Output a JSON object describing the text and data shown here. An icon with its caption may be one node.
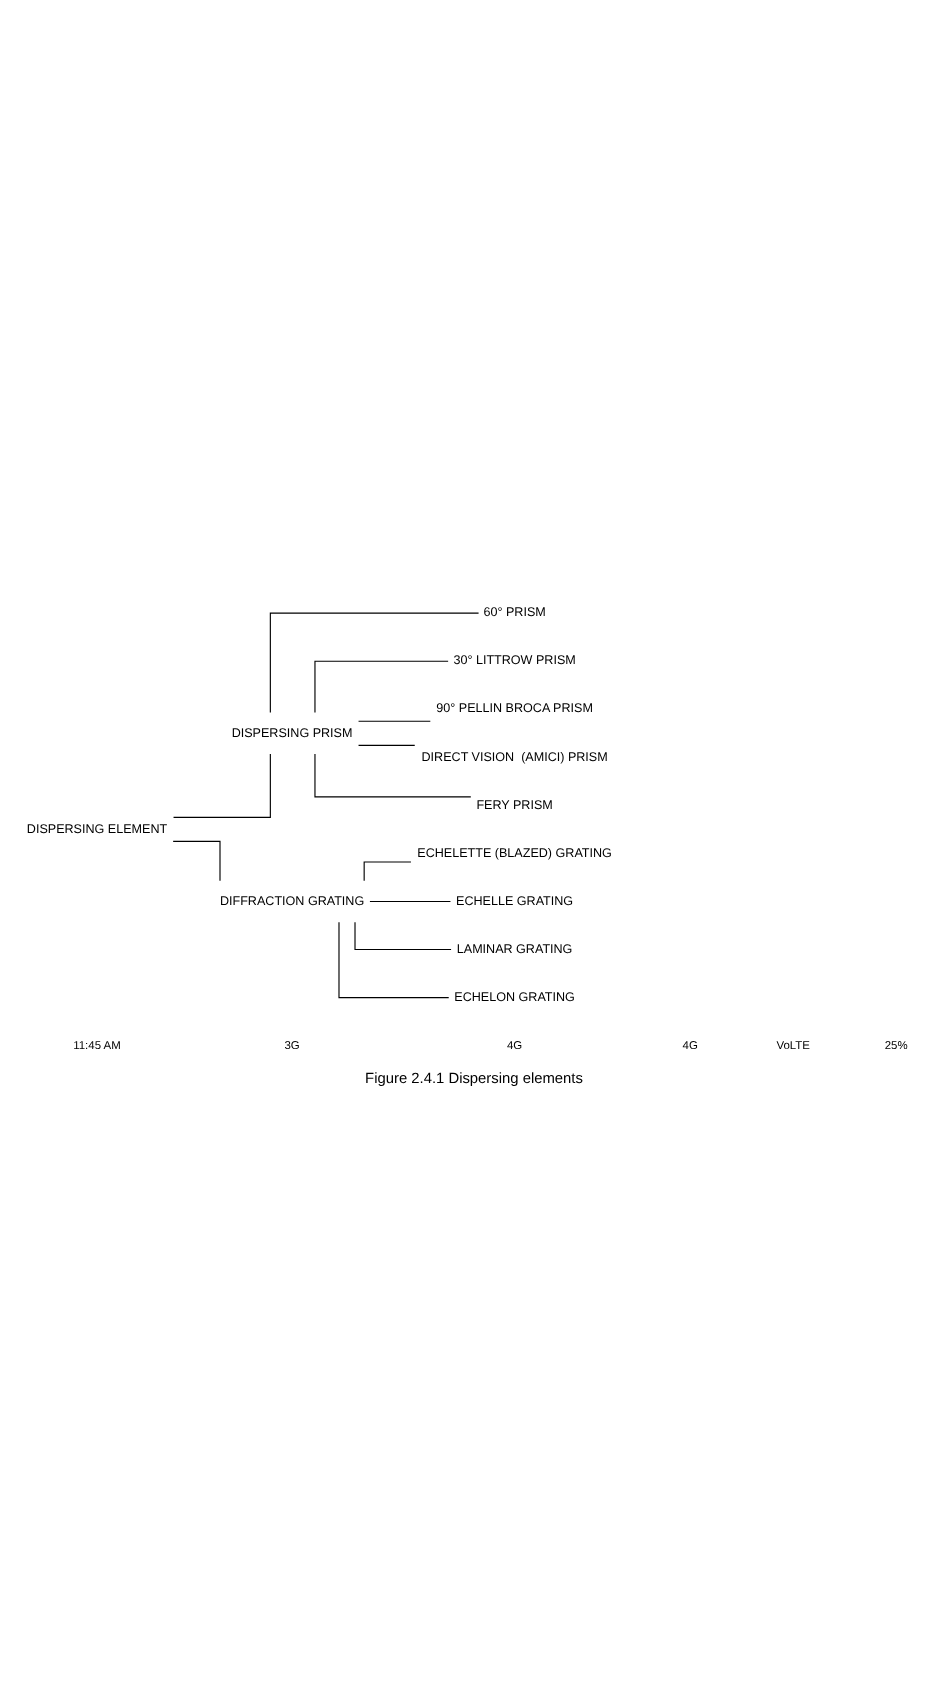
{
  "diagram": {
    "caption": "Figure 2.4.1 Dispersing elements",
    "nodes": [
      {
        "text": [
          "DISPERSING ELEMENT"
        ]
      },
      {
        "text": [
          "DISPERSING PRISM"
        ]
      },
      {
        "text": [
          "DIFFRACTION GRATING"
        ]
      },
      {
        "text": [
          "60° PRISM"
        ]
      },
      {
        "text": [
          "30° LITTROW PRISM"
        ]
      },
      {
        "text": [
          "90° PELLIN BROCA PRISM"
        ]
      },
      {
        "text": [
          "DIRECT VISION  (AMICI) PRISM"
        ]
      },
      {
        "text": [
          "FERY PRISM"
        ]
      },
      {
        "text": [
          "ECHELETTE (BLAZED) GRATING"
        ]
      },
      {
        "text": [
          "ECHELLE GRATING"
        ]
      },
      {
        "text": [
          "LAMINAR GRATING"
        ]
      },
      {
        "text": [
          "ECHELON GRATING"
        ]
      }
    ],
    "edges": [
      {
        "from": 0,
        "to": 1,
        "arrow": "none"
      },
      {
        "from": 0,
        "to": 2,
        "arrow": "none"
      },
      {
        "from": 1,
        "to": 3,
        "arrow": "none"
      },
      {
        "from": 1,
        "to": 4,
        "arrow": "none"
      },
      {
        "from": 1,
        "to": 5,
        "arrow": "none"
      },
      {
        "from": 1,
        "to": 6,
        "arrow": "none"
      },
      {
        "from": 1,
        "to": 7,
        "arrow": "none"
      },
      {
        "from": 2,
        "to": 8,
        "arrow": "none"
      },
      {
        "from": 2,
        "to": 9,
        "arrow": "none"
      },
      {
        "from": 2,
        "to": 10,
        "arrow": "none"
      },
      {
        "from": 2,
        "to": 11,
        "arrow": "none"
      }
    ],
    "labels": [
      "11:45 AM",
      "3G",
      "4G",
      "4G",
      "VoLTE",
      "25%"
    ]
  }
}
